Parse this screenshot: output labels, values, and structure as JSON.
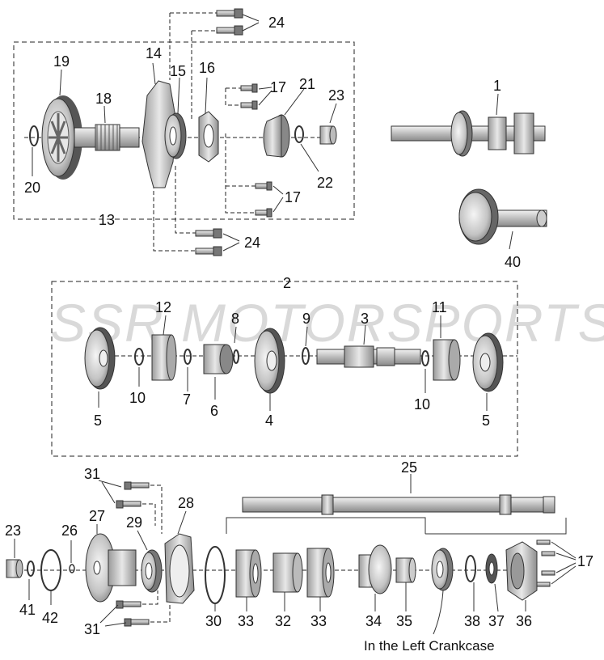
{
  "watermark": "SSR MOTORSPORTS",
  "note": "In the Left Crankcase",
  "labels": {
    "p1": "1",
    "p2": "2",
    "p3": "3",
    "p4": "4",
    "p5a": "5",
    "p5b": "5",
    "p6": "6",
    "p7": "7",
    "p8": "8",
    "p9": "9",
    "p10a": "10",
    "p10b": "10",
    "p11": "11",
    "p12": "12",
    "p13": "13",
    "p14": "14",
    "p15": "15",
    "p16": "16",
    "p17a": "17",
    "p17b": "17",
    "p17c": "17",
    "p18": "18",
    "p19": "19",
    "p20": "20",
    "p21": "21",
    "p22": "22",
    "p23a": "23",
    "p23b": "23",
    "p24a": "24",
    "p24b": "24",
    "p25": "25",
    "p26": "26",
    "p27": "27",
    "p28": "28",
    "p29": "29",
    "p30": "30",
    "p31a": "31",
    "p31b": "31",
    "p32": "32",
    "p33a": "33",
    "p33b": "33",
    "p34": "34",
    "p35": "35",
    "p36": "36",
    "p37": "37",
    "p38": "38",
    "p40": "40",
    "p41": "41",
    "p42": "42"
  }
}
